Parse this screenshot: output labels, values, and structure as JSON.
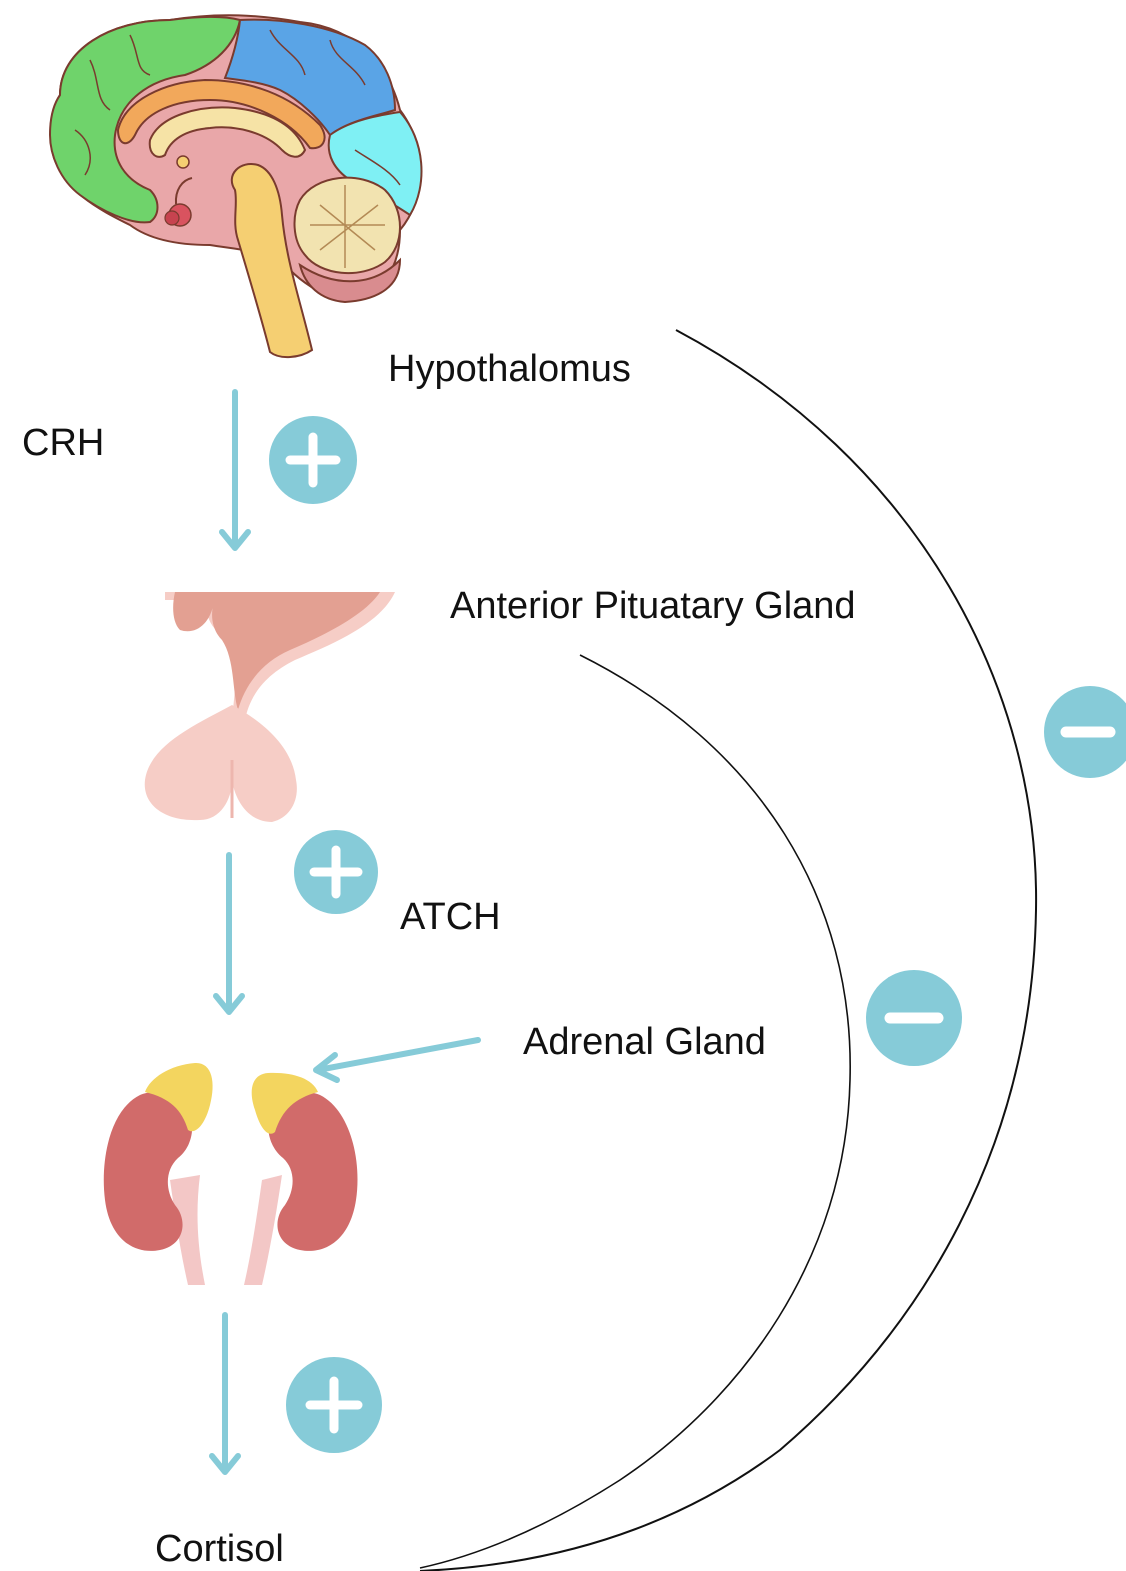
{
  "labels": {
    "hypothalamus": "Hypothalomus",
    "crh": "CRH",
    "pituitary": "Anterior Pituatary Gland",
    "atch": "ATCH",
    "adrenal": "Adrenal Gland",
    "cortisol": "Cortisol"
  },
  "symbols": {
    "stimulate": "+",
    "inhibit": "−"
  },
  "colors": {
    "arrow": "#86cbd8",
    "badge": "#86cbd8",
    "badge_glyph": "#ffffff",
    "feedback_line": "#111111",
    "brain_frontal": "#6fd36b",
    "brain_parietal": "#5aa4e6",
    "brain_occipital": "#7ff0f4",
    "brain_inner": "#e9a7a9",
    "cerebellum": "#f2e3b0",
    "pituitary_stalk": "#e3a092",
    "pituitary_gland": "#f6cdc6",
    "kidney": "#d16b6a",
    "adrenal": "#f3d55f",
    "ureter": "#f3c7c6"
  }
}
